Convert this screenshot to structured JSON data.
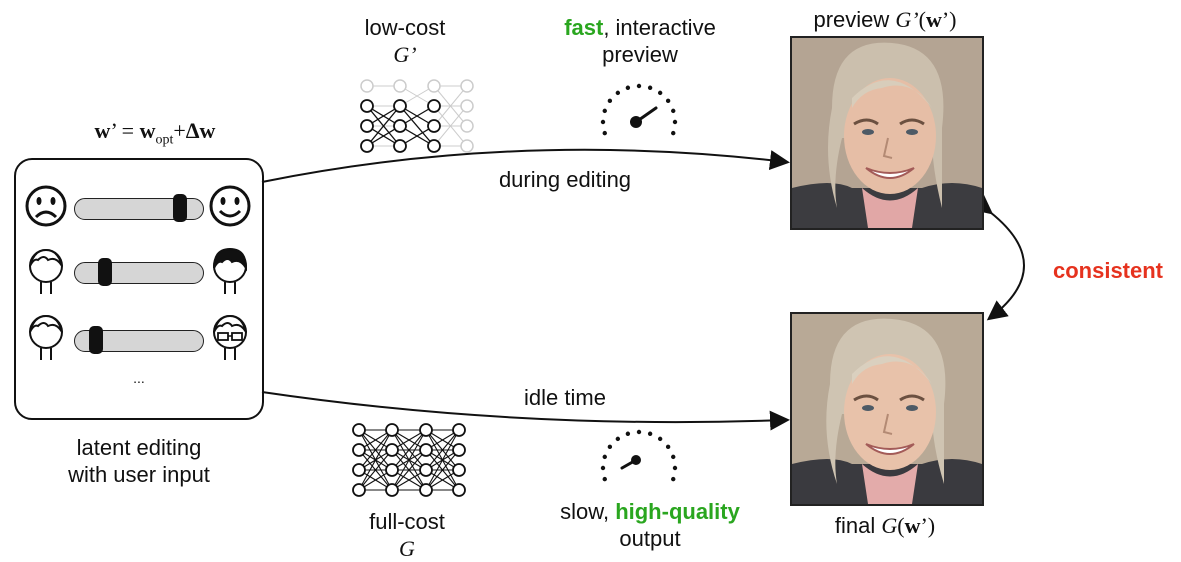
{
  "formula": {
    "w_prime": "w",
    "prime": "’",
    "equals": " = ",
    "w_opt": "w",
    "opt_sub": "opt",
    "plus": "+",
    "delta_w": "Δw"
  },
  "editing_panel": {
    "ellipsis": "...",
    "caption_line1": "latent editing",
    "caption_line2": "with user input",
    "sliders": [
      {
        "name": "expression",
        "value": 0.86
      },
      {
        "name": "hair",
        "value": 0.2
      },
      {
        "name": "glasses",
        "value": 0.12
      }
    ]
  },
  "top_path": {
    "generator_label": "low-cost",
    "generator_symbol": "G’",
    "speed_word": "fast",
    "speed_rest": ", interactive",
    "speed_line2": "preview",
    "arrow_label": "during editing"
  },
  "bottom_path": {
    "generator_label": "full-cost",
    "generator_symbol": "G",
    "speed_line1_prefix": "slow, ",
    "speed_word": "high-quality",
    "speed_line2": "output",
    "arrow_label": "idle time"
  },
  "preview_image": {
    "caption_prefix": "preview ",
    "caption_G": "G’",
    "caption_open": "(",
    "caption_w": "w",
    "caption_close": "’)"
  },
  "final_image": {
    "caption_prefix": "final ",
    "caption_G": "G",
    "caption_open": "(",
    "caption_w": "w",
    "caption_close": "’)"
  },
  "consistency_label": "consistent",
  "colors": {
    "highlight_green": "#2aa61f",
    "highlight_red": "#e6321e",
    "slider_track": "#d6d6d6"
  }
}
